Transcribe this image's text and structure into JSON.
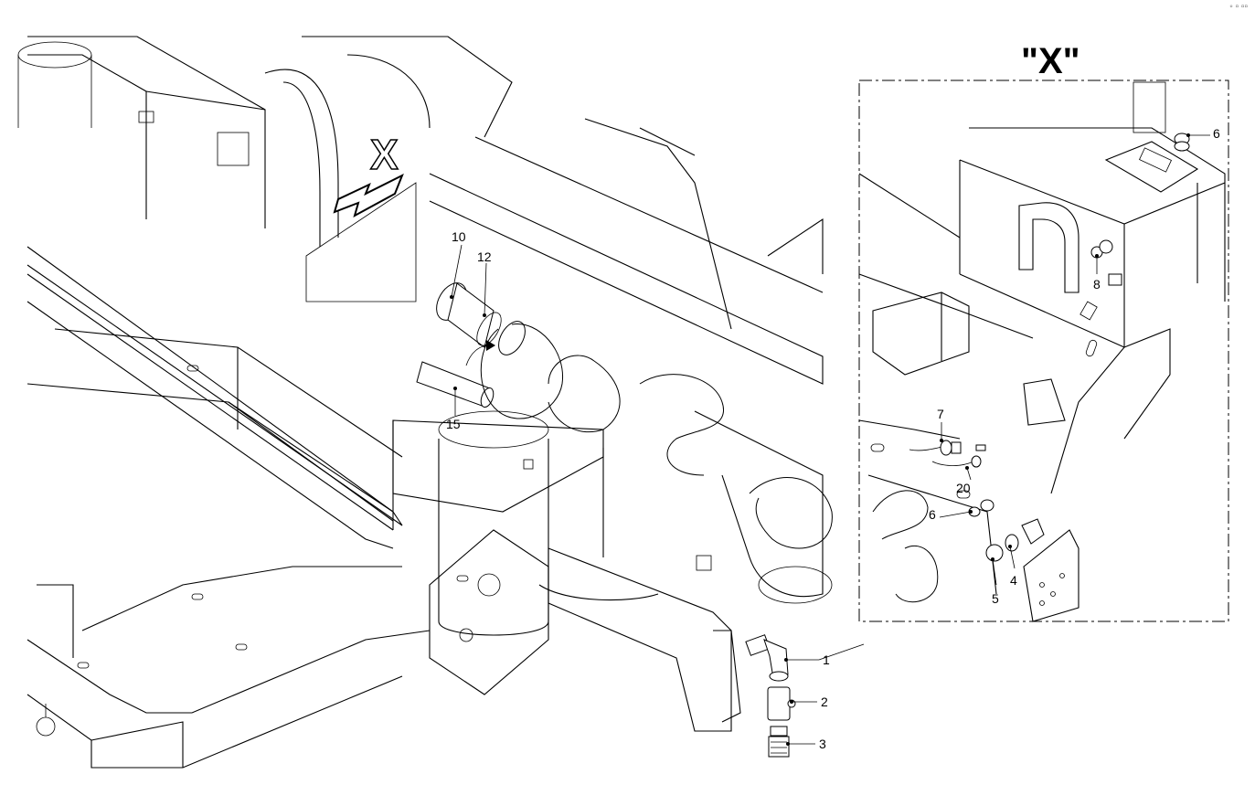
{
  "view": {
    "title": "\"X\"",
    "arrow_label": "X"
  },
  "corner_mark": "◦ ▫ ▫▫",
  "main_callouts": [
    {
      "id": "c10",
      "text": "10"
    },
    {
      "id": "c12",
      "text": "12"
    },
    {
      "id": "c15",
      "text": "15"
    },
    {
      "id": "c1",
      "text": "1"
    },
    {
      "id": "c2",
      "text": "2"
    },
    {
      "id": "c3",
      "text": "3"
    }
  ],
  "detail_callouts": [
    {
      "id": "d6a",
      "text": "6"
    },
    {
      "id": "d8",
      "text": "8"
    },
    {
      "id": "d7",
      "text": "7"
    },
    {
      "id": "d20",
      "text": "20"
    },
    {
      "id": "d6b",
      "text": "6"
    },
    {
      "id": "d4",
      "text": "4"
    },
    {
      "id": "d5",
      "text": "5"
    }
  ]
}
